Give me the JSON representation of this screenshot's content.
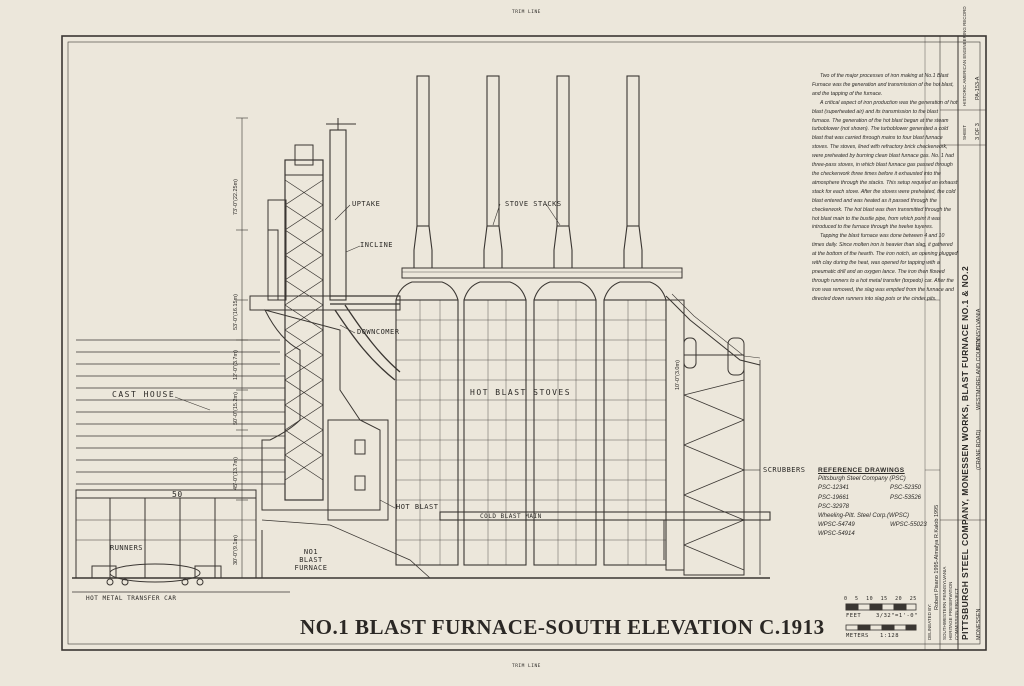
{
  "drawing": {
    "title": "NO.1 BLAST FURNACE-SOUTH ELEVATION C.1913",
    "trim_line_top": "TRIM LINE",
    "trim_line_bottom": "TRIM LINE",
    "labels": {
      "stove_stacks": "STOVE STACKS",
      "uptake": "UPTAKE",
      "incline": "INCLINE",
      "downcomer": "DOWNCOMER",
      "cast_house": "CAST HOUSE",
      "hot_blast_stoves": "HOT BLAST STOVES",
      "scrubbers": "SCRUBBERS",
      "hot_blast": "HOT BLAST",
      "cold_blast_main": "COLD BLAST MAIN",
      "runners": "RUNNERS",
      "furnace_name": "NO1 BLAST FURNACE",
      "hot_metal_car": "HOT METAL TRANSFER CAR",
      "bay_number": "50"
    },
    "elevations": {
      "e1": "73'-0\"(22.25m)",
      "e2": "53'-0\"(16.15m)",
      "e3": "12'-0\"(3.7m)",
      "e4": "50'-0\"(15.2m)",
      "e5": "45'-0\"(13.7m)",
      "e6": "30'-0\"(9.1m)",
      "e7": "10'-0\"(3.0m)"
    },
    "scale": {
      "ticks": [
        "0",
        "5",
        "10",
        "15",
        "20",
        "25"
      ],
      "feet_label": "FEET",
      "ratio": "3/32\"=1'-0\"",
      "meters_label": "METERS",
      "meters_ratio": "1:128"
    }
  },
  "narrative": [
    "Two of the major processes of iron making at No.1 Blast Furnace was the generation and transmission of the hot blast, and the tapping of the furnace.",
    "A critical aspect of iron production was the generation of hot blast (superheated air) and its transmission to the blast furnace. The generation of the hot blast began at the steam turboblower (not shown). The turboblower generated a cold blast that was carried through mains to four blast furnace stoves. The stoves, lined with refractory brick checkerwork, were preheated by burning clean blast furnace gas. No. 1 had three-pass stoves, in which blast furnace gas passed through the checkerwork three times before it exhausted into the atmosphere through the stacks. This setup required an exhaust stack for each stove. After the stoves were preheated, the cold blast entered and was heated as it passed through the checkerwork. The hot blast was then transmitted through the hot blast main to the bustle pipe, from which point it was introduced to the furnace through the twelve tuyeres.",
    "Tapping the blast furnace was done between 4 and 10 times daily. Since molten iron is heavier than slag, it gathered at the bottom of the hearth. The iron notch, an opening plugged with clay during the heat, was opened for tapping with a pneumatic drill and an oxygen lance. The iron then flowed through runners to a hot metal transfer (torpedo) car. After the iron was removed, the slag was emptied from the furnace and directed down runners into slag pots or the cinder pits."
  ],
  "reference": {
    "heading": "REFERENCE DRAWINGS",
    "psc_title": "Pittsburgh Steel Company (PSC)",
    "psc_left": [
      "PSC-12341",
      "PSC-19661",
      "PSC-32978"
    ],
    "psc_right": [
      "PSC-52350",
      "PSC-53526"
    ],
    "wpsc_title": "Wheeling-Pitt. Steel Corp.(WPSC)",
    "wpsc_left": [
      "WPSC-54749",
      "WPSC-54914"
    ],
    "wpsc_right": [
      "WPSC-55023"
    ]
  },
  "title_block": {
    "main": "PITTSBURGH STEEL COMPANY, MONESSEN WORKS, BLAST FURNACE NO.1 & NO.2",
    "sub": "(CRANE ROAD)",
    "location": "MONESSEN",
    "county": "WESTMORELAND COUNTY",
    "state": "PENNSYLVANIA",
    "delineated": "DELINEATED BY:",
    "author": "Robert Pisano 1995-Almafya R.Kalob 1995",
    "project_1": "SOUTHWESTERN PENNSYLVANIA",
    "project_2": "HERITAGE PRESERVATION",
    "project_3": "COMMISSION PROJECT",
    "sheet_label": "SHEET",
    "sheet_no": "3 OF 3",
    "survey": "HISTORIC AMERICAN ENGINEERING RECORD",
    "survey_no": "PA-153-A"
  }
}
